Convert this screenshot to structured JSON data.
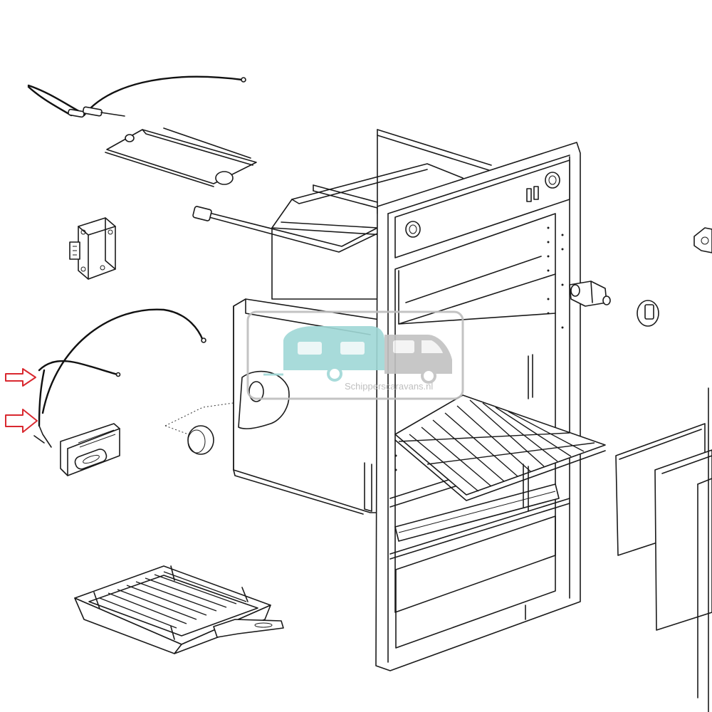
{
  "watermark": {
    "text": "Schipperscaravans.nl",
    "logo_icon": "caravan-van-logo",
    "colors": {
      "caravan": "#9fd8d6",
      "van": "#c2c2c2",
      "frame": "#bdbdbd"
    }
  },
  "markers": {
    "icon": "arrow-right-outline-icon",
    "color": "#d9282f",
    "count": 2
  },
  "parts": [
    {
      "name": "thermocouple-wire"
    },
    {
      "name": "burner-heat-shield"
    },
    {
      "name": "control-module"
    },
    {
      "name": "ignition-wire"
    },
    {
      "name": "control-panel-switch"
    },
    {
      "name": "control-knob"
    },
    {
      "name": "gas-valve"
    },
    {
      "name": "oven-cavity"
    },
    {
      "name": "front-frame"
    },
    {
      "name": "oven-rack"
    },
    {
      "name": "grill-pan"
    },
    {
      "name": "door-panel"
    },
    {
      "name": "side-bracket"
    }
  ]
}
